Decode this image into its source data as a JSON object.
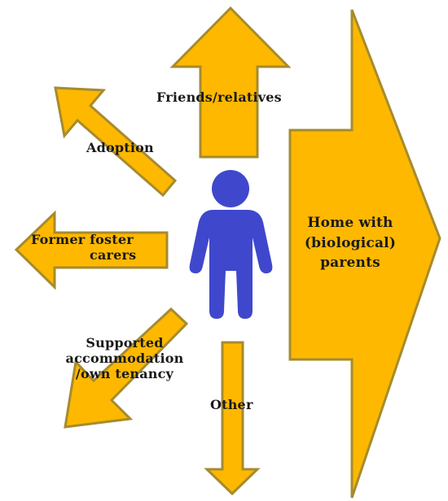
{
  "colors": {
    "arrow_fill": "#FFB800",
    "arrow_stroke": "#A68B2E",
    "figure_fill": "#3F48CC"
  },
  "labels": {
    "friends_relatives": "Friends/relatives",
    "adoption": "Adoption",
    "former_foster_carers": [
      "Former foster",
      "carers"
    ],
    "supported_accommodation": [
      "Supported",
      "accommodation",
      "/own tenancy"
    ],
    "other": "Other",
    "home_with_parents": [
      "Home with",
      "(biological)",
      "parents"
    ]
  },
  "icons": {
    "center_figure": "person-icon"
  }
}
